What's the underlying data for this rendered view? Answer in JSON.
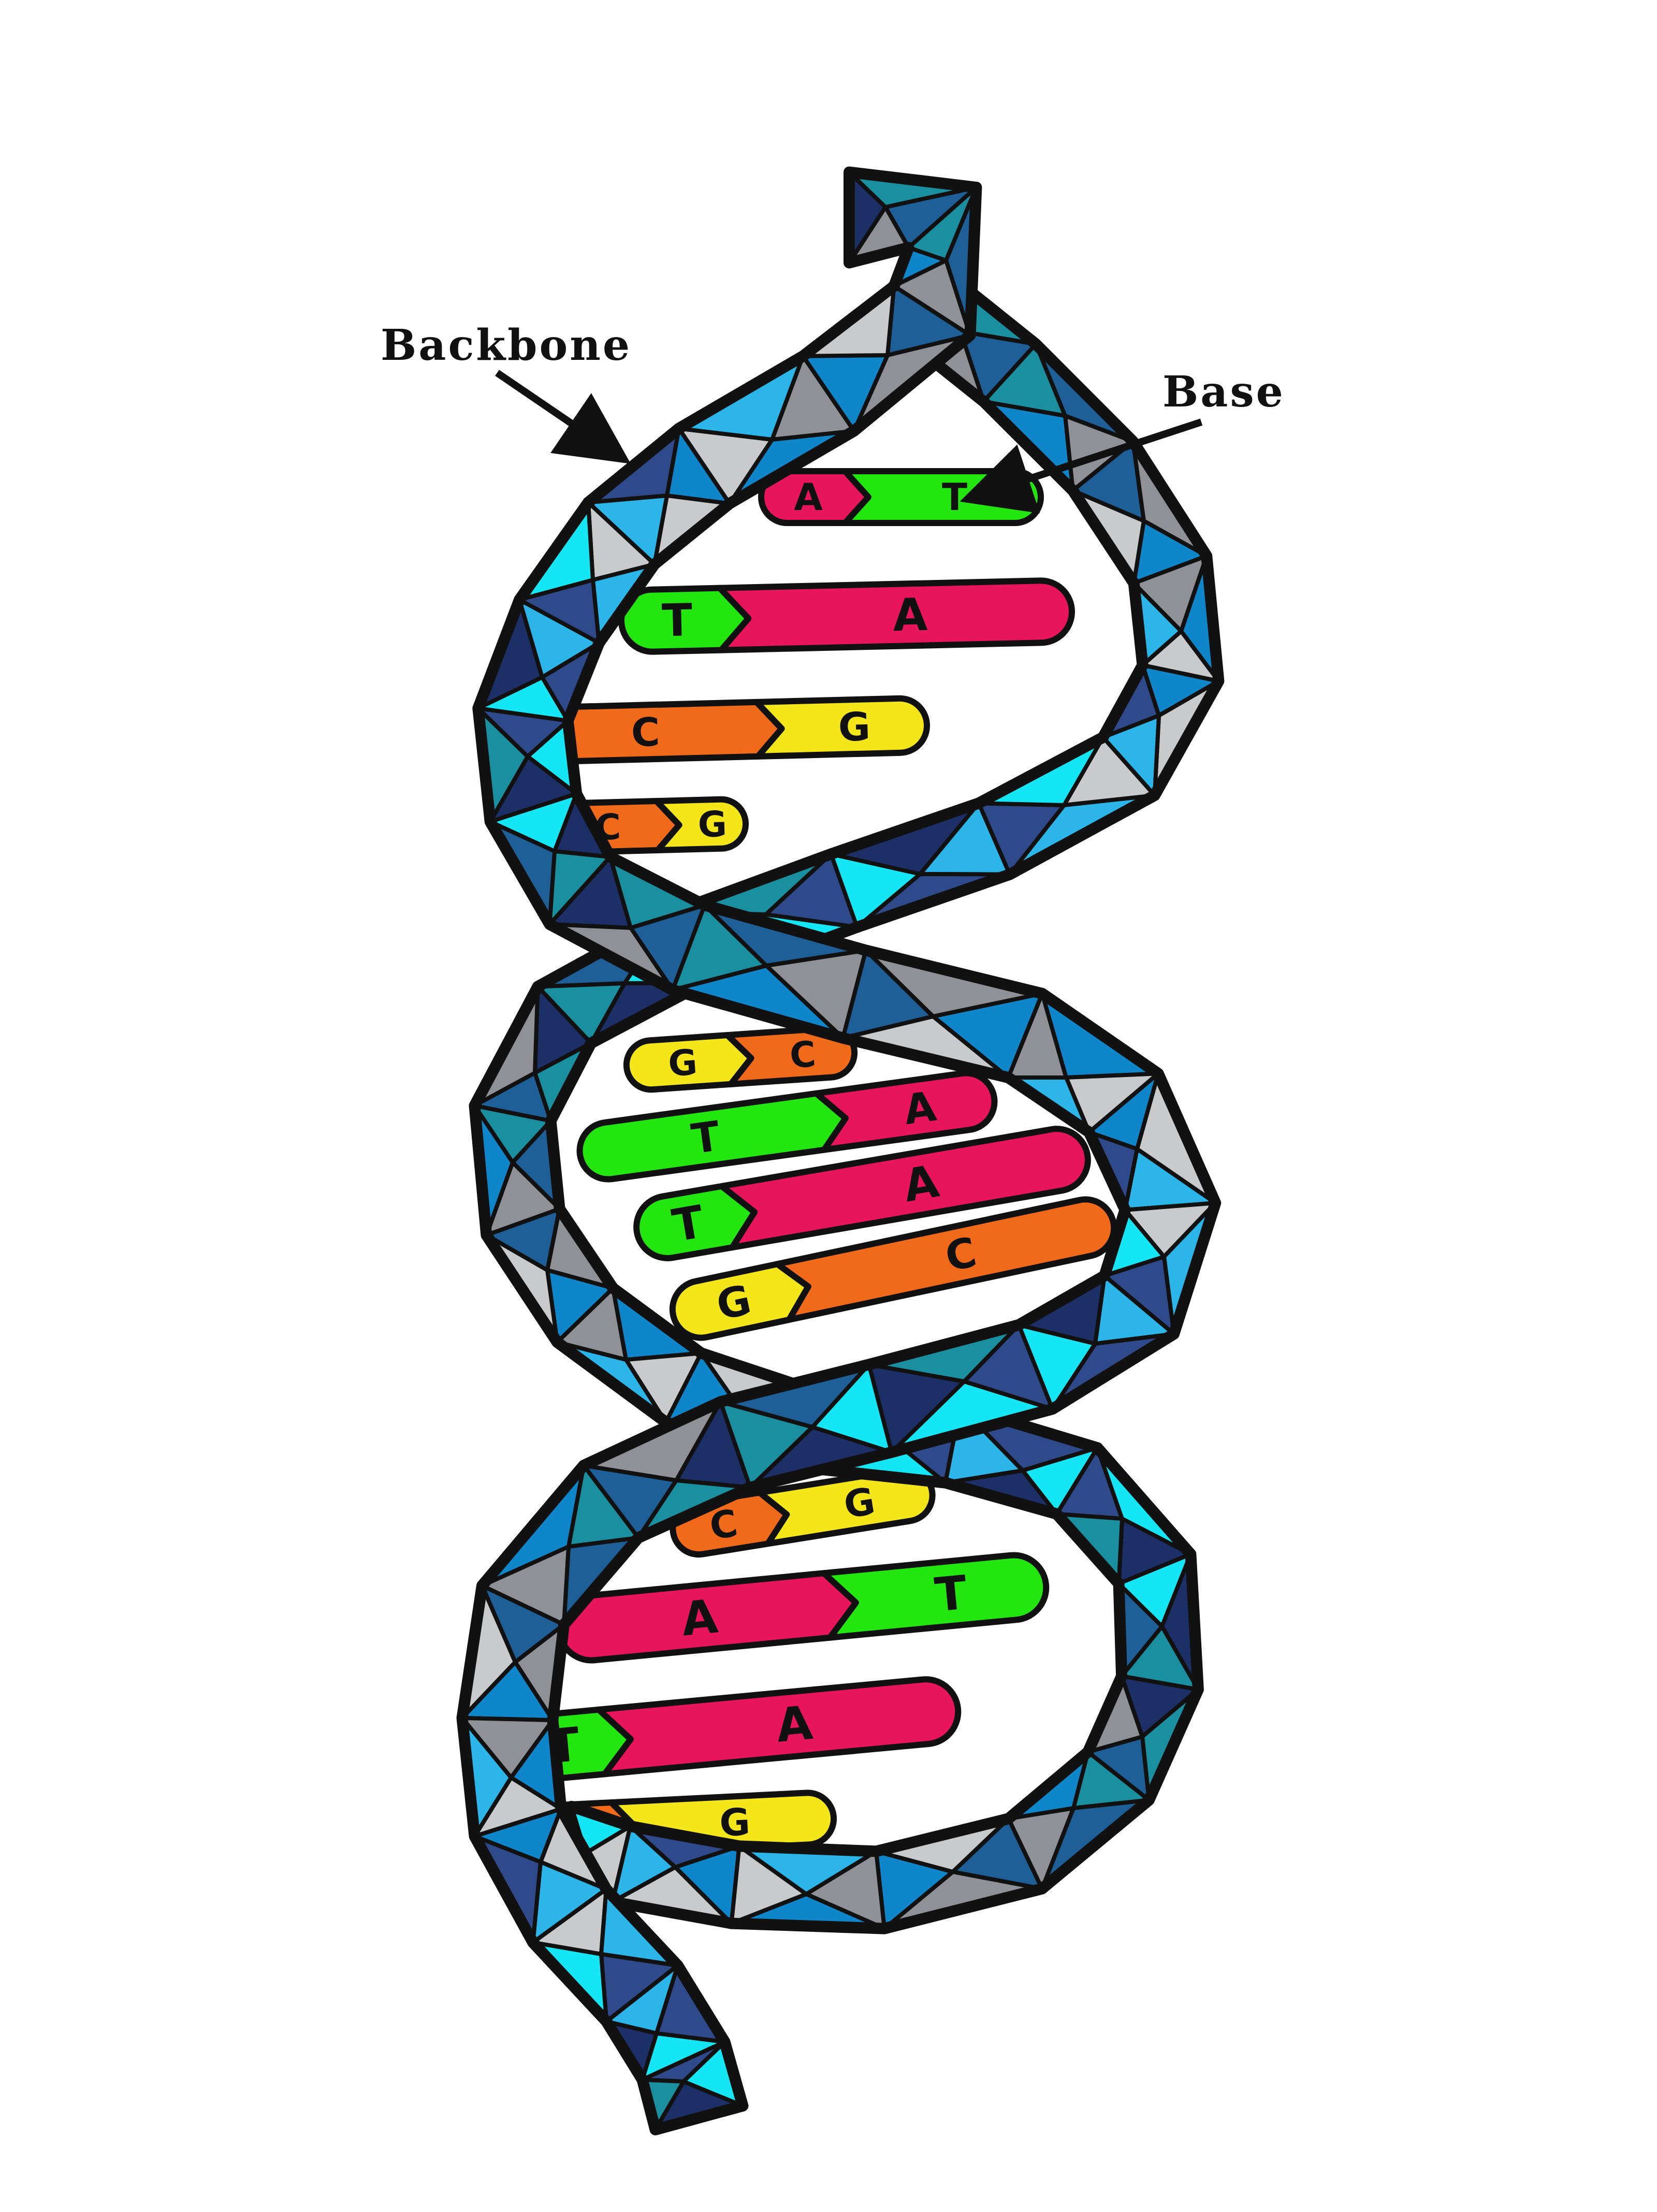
{
  "labels": {
    "backbone": "Backbone",
    "base": "Base"
  },
  "colors": {
    "A": "#e8155d",
    "T": "#22e60e",
    "C": "#f06a1a",
    "G": "#f5e61a",
    "outline": "#111111",
    "backbone_palette": [
      "#1c2f66",
      "#1d5f96",
      "#0f86c9",
      "#2bb5e8",
      "#14e6f5",
      "#1a8fa0",
      "#8f9196",
      "#c9cacc",
      "#2f4a8a"
    ]
  },
  "base_pairs": [
    {
      "left": "A",
      "right": "T"
    },
    {
      "left": "T",
      "right": "A"
    },
    {
      "left": "C",
      "right": "G"
    },
    {
      "left": "C",
      "right": "G"
    },
    {
      "left": "G",
      "right": "C"
    },
    {
      "left": "T",
      "right": "A"
    },
    {
      "left": "T",
      "right": "A"
    },
    {
      "left": "G",
      "right": "C"
    },
    {
      "left": "C",
      "right": "G"
    },
    {
      "left": "A",
      "right": "T"
    },
    {
      "left": "T",
      "right": "A"
    },
    {
      "left": "C",
      "right": "G"
    }
  ]
}
